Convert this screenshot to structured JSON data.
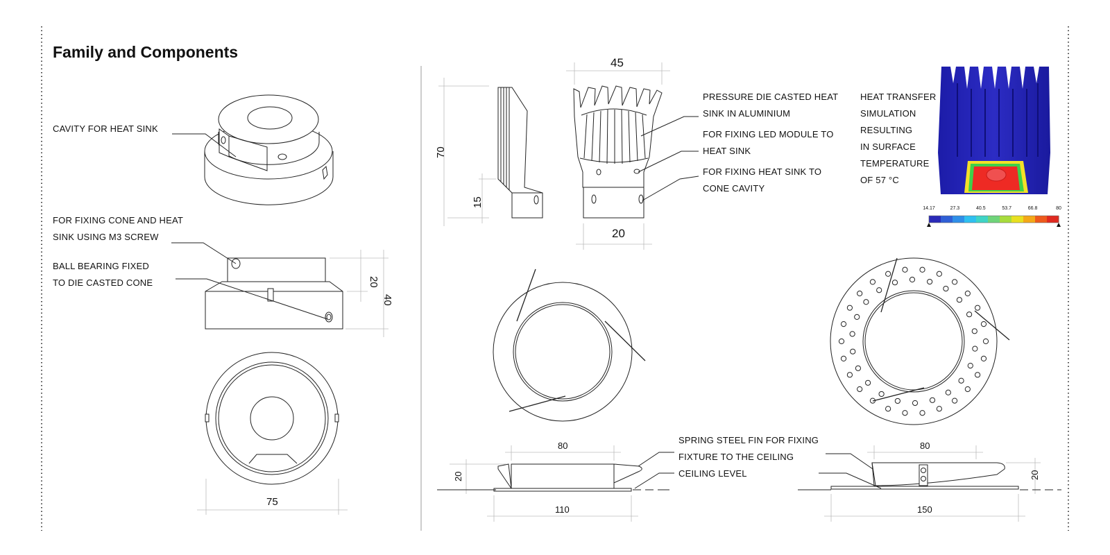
{
  "title": "Family and Components",
  "annotations": {
    "cavity": [
      "CAVITY FOR HEAT SINK"
    ],
    "fixing_cone": [
      "FOR FIXING CONE AND HEAT",
      "SINK USING M3 SCREW"
    ],
    "ball_bearing": [
      "BALL BEARING FIXED",
      "TO DIE CASTED CONE"
    ],
    "pressure_die": [
      "PRESSURE DIE CASTED HEAT",
      "SINK IN ALUMINIUM"
    ],
    "fixing_led": [
      "FOR FIXING LED MODULE TO",
      "HEAT SINK"
    ],
    "fixing_heatsink": [
      "FOR FIXING HEAT SINK TO",
      "CONE CAVITY"
    ],
    "heat_transfer": [
      "HEAT TRANSFER",
      "SIMULATION",
      "RESULTING",
      "IN SURFACE",
      "TEMPERATURE",
      "OF 57 °C"
    ],
    "spring_steel": [
      "SPRING STEEL FIN FOR FIXING",
      "FIXTURE TO THE CEILING"
    ],
    "ceiling": [
      "CEILING LEVEL"
    ]
  },
  "dimensions": {
    "heatsink_width": "45",
    "heatsink_height": "70",
    "heatsink_base_height": "15",
    "heatsink_base_width": "20",
    "cone_height_inner": "20",
    "cone_height_total": "40",
    "cone_diameter": "75",
    "small_fixture_width": "80",
    "small_fixture_height": "20",
    "small_fixture_flange": "110",
    "large_fixture_width": "80",
    "large_fixture_height": "20",
    "large_fixture_flange": "150"
  },
  "simulation_scale": {
    "ticks": [
      "14.17",
      "27.3",
      "40.5",
      "53.7",
      "66.8",
      "80"
    ],
    "colors": [
      "#2a2ab8",
      "#2f5fd6",
      "#2f8fe8",
      "#2fc0f0",
      "#3fd4c6",
      "#6fd47a",
      "#a8dc3c",
      "#e8e020",
      "#f4a818",
      "#ee5a1c",
      "#e02a20"
    ]
  }
}
